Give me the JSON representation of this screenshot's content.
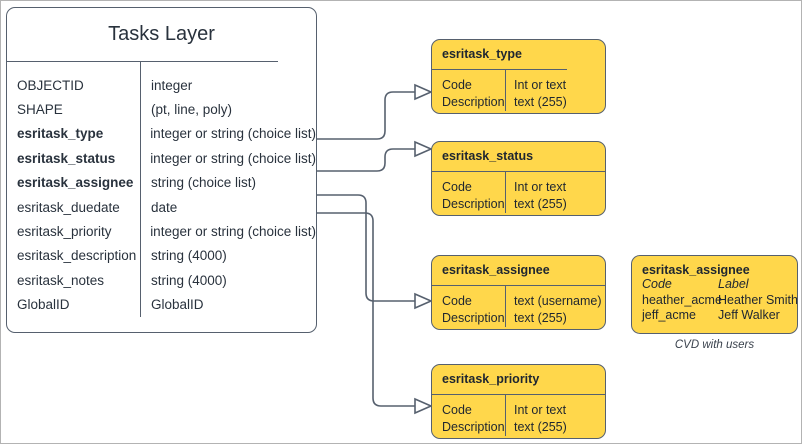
{
  "diagram": {
    "background_color": "#ffffff",
    "line_color": "#56606e",
    "domain_fill_color": "#ffd74b"
  },
  "entity": {
    "title": "Tasks Layer",
    "columns": [
      {
        "name": "OBJECTID",
        "type": "integer",
        "bold": false
      },
      {
        "name": "SHAPE",
        "type": "(pt, line, poly)",
        "bold": false
      },
      {
        "name": "esritask_type",
        "type": "integer or string (choice list)",
        "bold": true
      },
      {
        "name": "esritask_status",
        "type": "integer or string (choice list)",
        "bold": true
      },
      {
        "name": "esritask_assignee",
        "type": "string (choice list)",
        "bold": true
      },
      {
        "name": "esritask_duedate",
        "type": "date",
        "bold": false
      },
      {
        "name": "esritask_priority",
        "type": "integer or string (choice list)",
        "bold": false
      },
      {
        "name": "esritask_description",
        "type": "string (4000)",
        "bold": false
      },
      {
        "name": "esritask_notes",
        "type": "string (4000)",
        "bold": false
      },
      {
        "name": "GlobalID",
        "type": "GlobalID",
        "bold": false
      }
    ]
  },
  "domains": [
    {
      "title": "esritask_type",
      "labels": [
        "Code",
        "Description"
      ],
      "values": [
        "Int or text",
        "text (255)"
      ]
    },
    {
      "title": "esritask_status",
      "labels": [
        "Code",
        "Description"
      ],
      "values": [
        "Int or text",
        "text (255)"
      ]
    },
    {
      "title": "esritask_assignee",
      "labels": [
        "Code",
        "Description"
      ],
      "values": [
        "text  (username)",
        "text (255)"
      ]
    },
    {
      "title": "esritask_priority",
      "labels": [
        "Code",
        "Description"
      ],
      "values": [
        "Int or text",
        "text (255)"
      ]
    }
  ],
  "cvd": {
    "title": "esritask_assignee",
    "header": {
      "code": "Code",
      "label": "Label"
    },
    "rows": [
      {
        "code": "heather_acme",
        "label": "Heather Smith"
      },
      {
        "code": "jeff_acme",
        "label": "Jeff Walker"
      },
      {
        "code": "....",
        "label": ""
      }
    ],
    "caption": "CVD with users"
  }
}
